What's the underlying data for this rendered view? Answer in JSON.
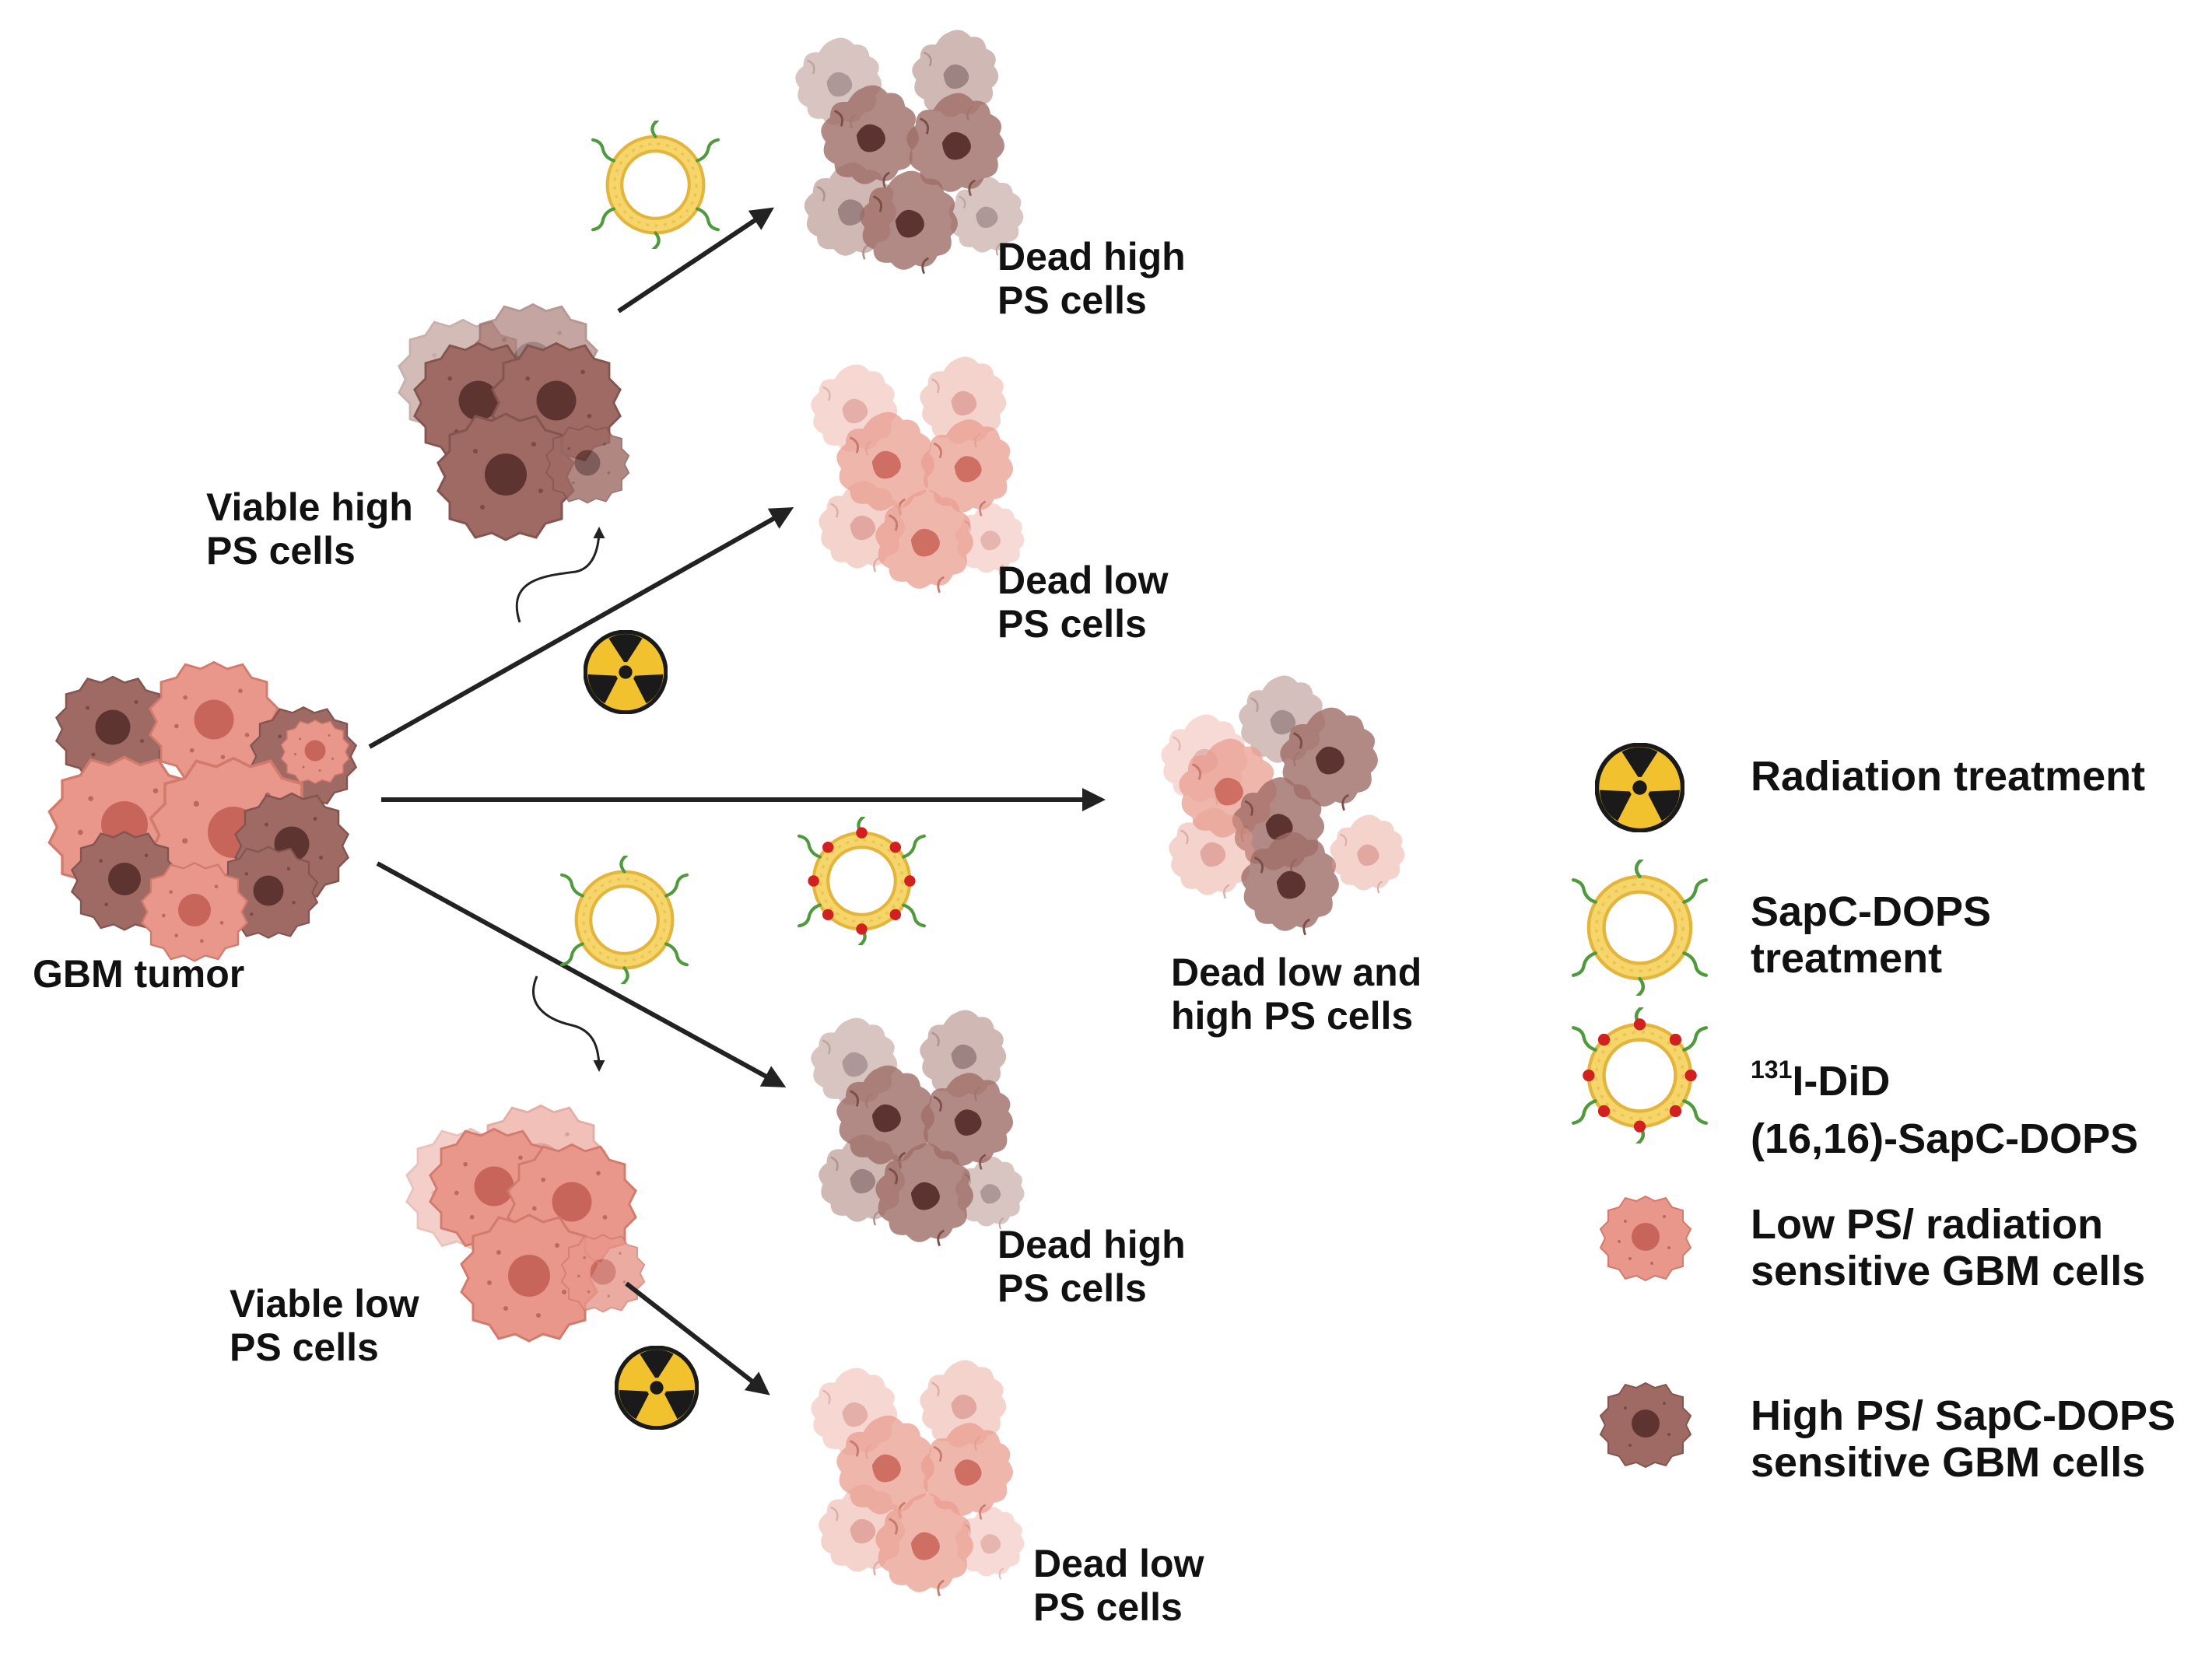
{
  "labels": {
    "dead_high_top": [
      "Dead high",
      "PS cells"
    ],
    "viable_high": [
      "Viable high",
      "PS cells"
    ],
    "dead_low_top": [
      "Dead low",
      "PS cells"
    ],
    "gbm_tumor": "GBM tumor",
    "dead_low_and_high": [
      "Dead low and",
      "high PS cells"
    ],
    "dead_high_bottom": [
      "Dead high",
      "PS cells"
    ],
    "viable_low": [
      "Viable low",
      "PS cells"
    ],
    "dead_low_bottom": [
      "Dead low",
      "PS cells"
    ]
  },
  "legend": {
    "radiation": "Radiation treatment",
    "sapc": [
      "SapC-DOPS",
      "treatment"
    ],
    "isotope_sup": "131",
    "isotope_line1": "I-DiD",
    "isotope_line2": "(16,16)-SapC-DOPS",
    "low_ps": [
      "Low PS/ radiation",
      "sensitive GBM cells"
    ],
    "high_ps": [
      "High PS/ SapC-DOPS",
      "sensitive GBM cells"
    ]
  },
  "colors": {
    "low_ps_cell": "#e8978a",
    "low_ps_nucleus": "#c8655a",
    "high_ps_cell": "#9e6a63",
    "high_ps_nucleus": "#5e3431",
    "radiation_yellow": "#f2c12e",
    "liposome_yellow": "#f6d66a",
    "arrow": "#222222"
  },
  "icons": [
    "radiation-icon",
    "sapc-dops-liposome-icon",
    "131i-did-sapc-dops-liposome-icon",
    "low-ps-cell-icon",
    "high-ps-cell-icon",
    "arrow-icon"
  ]
}
